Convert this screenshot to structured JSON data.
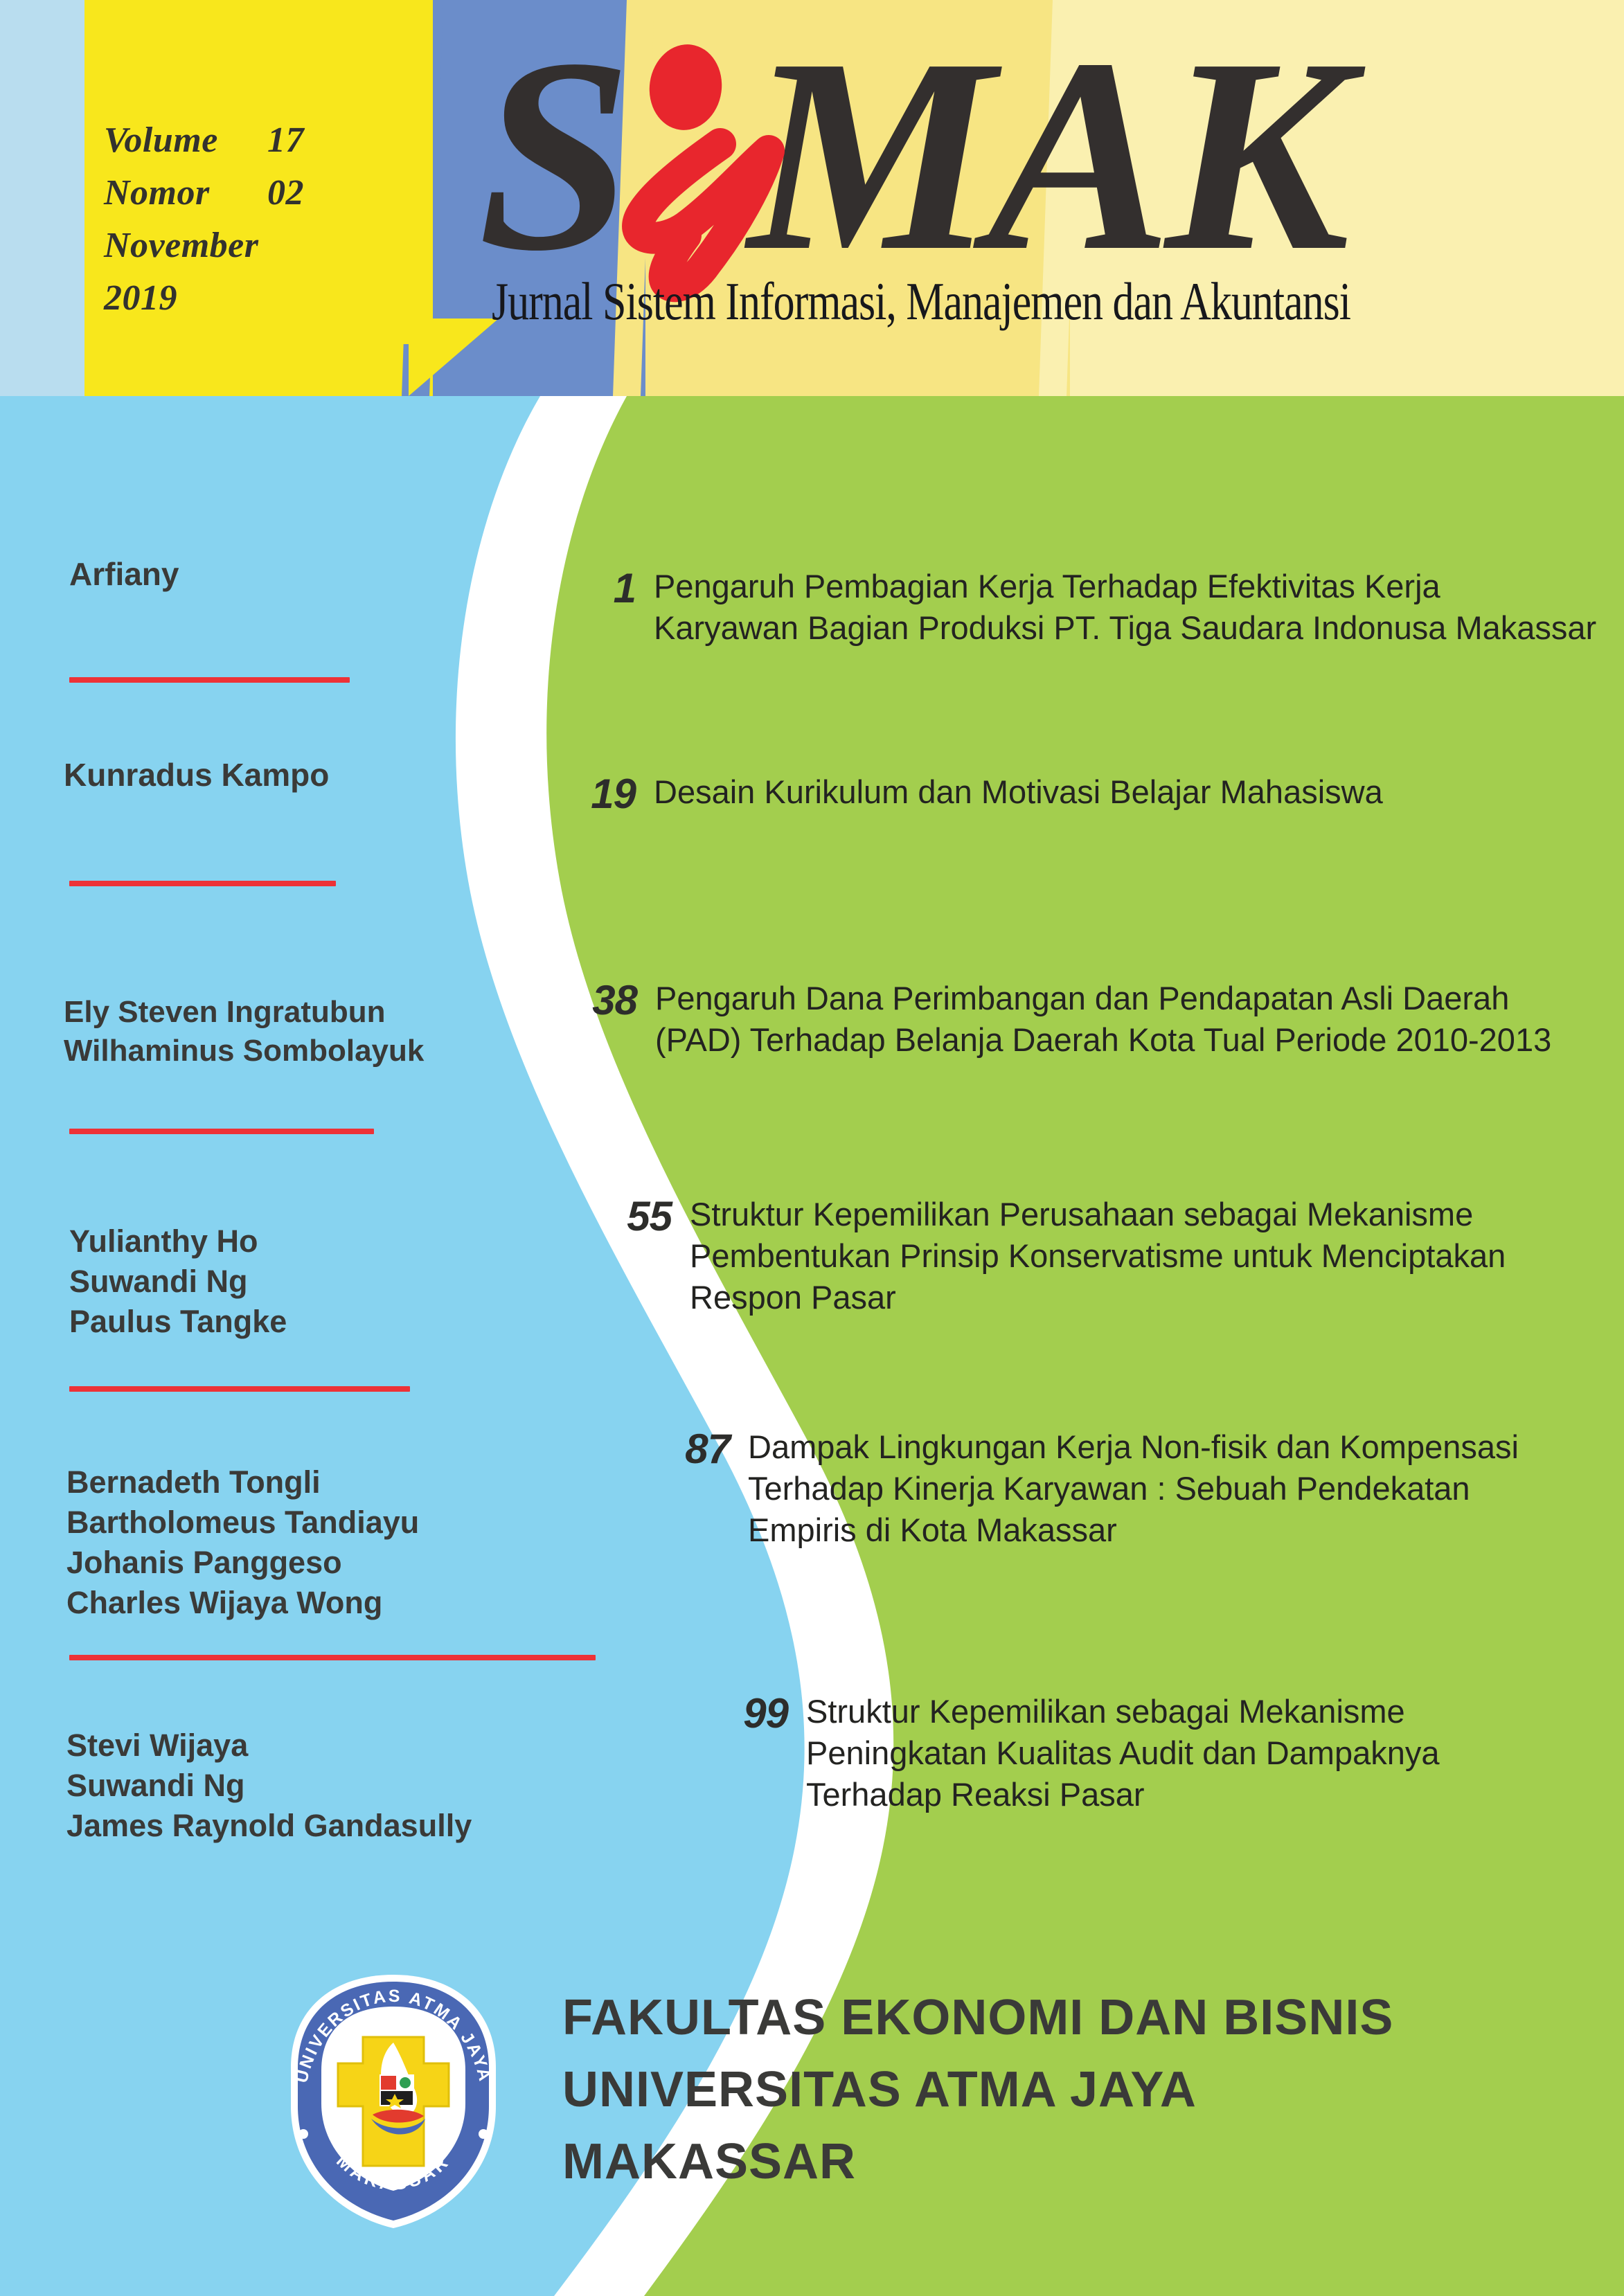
{
  "header": {
    "volume_label": "Volume",
    "volume_value": "17",
    "nomor_label": "Nomor",
    "nomor_value": "02",
    "month": "November",
    "year": "2019",
    "journal_title": "SiMAK",
    "journal_subtitle": "Jurnal Sistem Informasi, Manajemen dan Akuntansi"
  },
  "authors": [
    {
      "names": [
        "Arfiany"
      ]
    },
    {
      "names": [
        "Kunradus Kampo"
      ]
    },
    {
      "names": [
        "Ely Steven Ingratubun",
        "Wilhaminus Sombolayuk"
      ]
    },
    {
      "names": [
        "Yulianthy Ho",
        "Suwandi Ng",
        "Paulus Tangke"
      ]
    },
    {
      "names": [
        "Bernadeth Tongli",
        "Bartholomeus Tandiayu",
        "Johanis Panggeso",
        "Charles Wijaya Wong"
      ]
    },
    {
      "names": [
        "Stevi Wijaya",
        "Suwandi Ng",
        "James Raynold Gandasully"
      ]
    }
  ],
  "articles": [
    {
      "page": "1",
      "lines": [
        "Pengaruh Pembagian Kerja Terhadap Efektivitas Kerja",
        "Karyawan Bagian Produksi PT. Tiga Saudara Indonusa Makassar"
      ]
    },
    {
      "page": "19",
      "lines": [
        "Desain Kurikulum dan Motivasi Belajar Mahasiswa"
      ]
    },
    {
      "page": "38",
      "lines": [
        "Pengaruh Dana Perimbangan dan Pendapatan Asli Daerah",
        "(PAD) Terhadap Belanja Daerah Kota Tual Periode 2010-2013"
      ]
    },
    {
      "page": "55",
      "lines": [
        "Struktur Kepemilikan Perusahaan sebagai Mekanisme",
        "Pembentukan Prinsip Konservatisme untuk Menciptakan",
        "Respon Pasar"
      ]
    },
    {
      "page": "87",
      "lines": [
        "Dampak Lingkungan Kerja Non-fisik dan Kompensasi",
        "Terhadap Kinerja Karyawan : Sebuah Pendekatan",
        "Empiris di Kota Makassar"
      ]
    },
    {
      "page": "99",
      "lines": [
        "Struktur Kepemilikan sebagai Mekanisme",
        "Peningkatan Kualitas Audit dan Dampaknya",
        "Terhadap Reaksi Pasar"
      ]
    }
  ],
  "footer": {
    "line1": "FAKULTAS EKONOMI DAN BISNIS",
    "line2": "UNIVERSITAS ATMA JAYA",
    "line3": "MAKASSAR",
    "seal_top_text": "UNIVERSITAS ATMA JAYA",
    "seal_bottom_text": "MAKASSAR"
  },
  "colors": {
    "blue_light": "#87d3f0",
    "blue_medium": "#6b8dca",
    "yellow_bright": "#f8e71c",
    "yellow_soft": "#f7e583",
    "yellow_pale": "#faf0b0",
    "green": "#a3ce4e",
    "red_rule": "#ed3237",
    "logo_red": "#e8262d",
    "logo_dark": "#332f2e",
    "seal_blue": "#4a68b4",
    "seal_yellow": "#f6d417"
  }
}
